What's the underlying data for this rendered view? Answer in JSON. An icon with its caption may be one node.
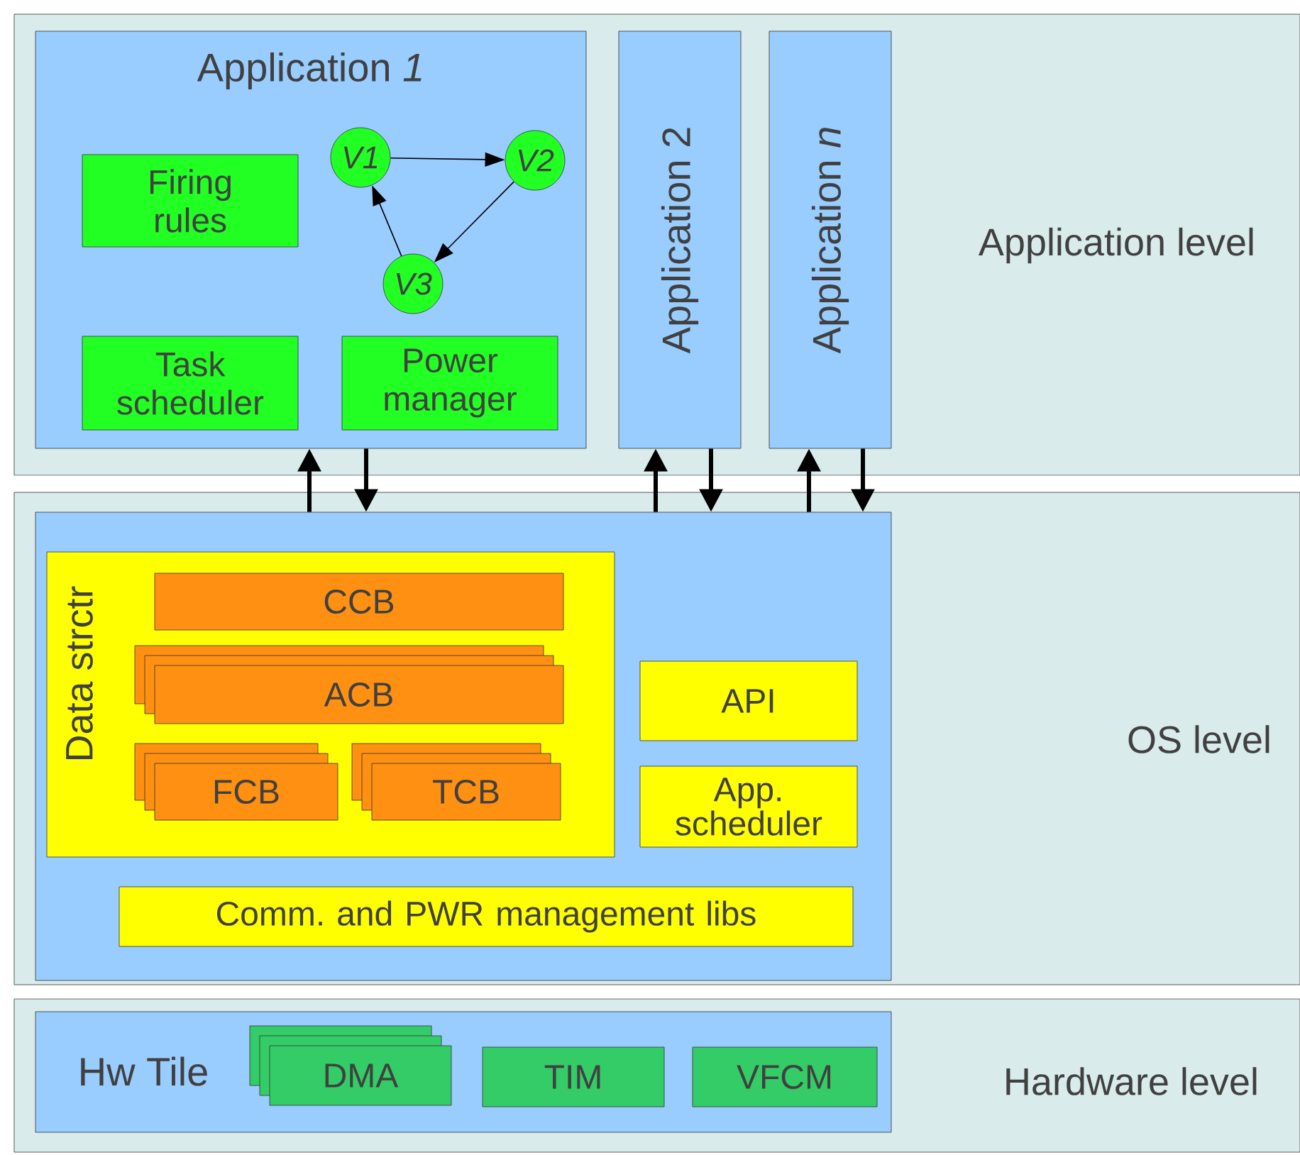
{
  "diagram": {
    "nodes": [
      {
        "text": [
          "Application level"
        ]
      },
      {
        "text": [
          "Application *1*"
        ],
        "in": 0
      },
      {
        "text": [
          "Firing rules"
        ],
        "in": 1
      },
      {
        "text": [
          "V1"
        ],
        "in": 1
      },
      {
        "text": [
          "V2"
        ],
        "in": 1
      },
      {
        "text": [
          "V3"
        ],
        "in": 1
      },
      {
        "text": [
          "Task scheduler"
        ],
        "in": 1
      },
      {
        "text": [
          "Power manager"
        ],
        "in": 1
      },
      {
        "text": [
          "Application 2"
        ],
        "in": 0
      },
      {
        "text": [
          "Application *n*"
        ],
        "in": 0
      },
      {
        "text": [
          "OS level"
        ]
      },
      {
        "text": [],
        "shape": "box",
        "in": 10
      },
      {
        "text": [
          "Data strctr"
        ],
        "in": 11
      },
      {
        "text": [
          "CCB"
        ],
        "in": 12
      },
      {
        "text": [
          "ACB"
        ],
        "in": 12
      },
      {
        "text": [
          "FCB"
        ],
        "in": 12
      },
      {
        "text": [
          "TCB"
        ],
        "in": 12
      },
      {
        "text": [
          "API"
        ],
        "in": 11
      },
      {
        "text": [
          "App. scheduler"
        ],
        "in": 11
      },
      {
        "text": [
          "Comm. and PWR management libs"
        ],
        "in": 11
      },
      {
        "text": [
          "Hardware level"
        ]
      },
      {
        "text": [
          "Hw Tile"
        ],
        "in": 20
      },
      {
        "text": [
          "DMA"
        ],
        "in": 21
      },
      {
        "text": [
          "TIM"
        ],
        "in": 21
      },
      {
        "text": [
          "VFCM"
        ],
        "in": 21
      }
    ],
    "edges": [
      {
        "from": 3,
        "to": 4,
        "arrow": "to"
      },
      {
        "from": 4,
        "to": 5,
        "arrow": "to"
      },
      {
        "from": 5,
        "to": 3,
        "arrow": "to"
      },
      {
        "from": 11,
        "to": 1,
        "arrow": "to"
      },
      {
        "from": 1,
        "to": 11,
        "arrow": "to"
      },
      {
        "from": 11,
        "to": 8,
        "arrow": "to"
      },
      {
        "from": 8,
        "to": 11,
        "arrow": "to"
      },
      {
        "from": 11,
        "to": 9,
        "arrow": "to"
      },
      {
        "from": 9,
        "to": 11,
        "arrow": "to"
      }
    ]
  }
}
